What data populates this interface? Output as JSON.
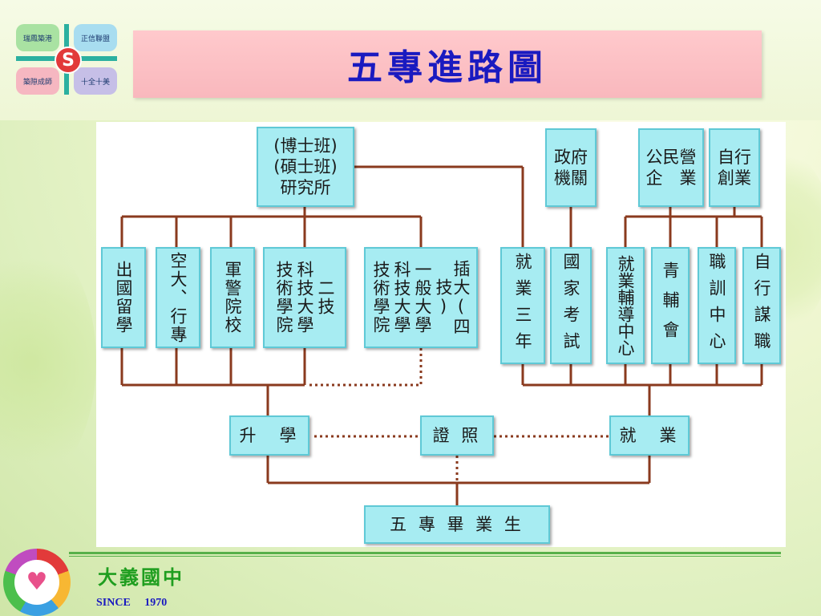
{
  "logo": {
    "quadrants": [
      "瑞鳳築港",
      "正信聯盟",
      "築隙成師",
      "十全十美"
    ],
    "center": "S"
  },
  "title": "五專進路圖",
  "diagram": {
    "research": [
      "(博士班)",
      "(碩士班)",
      "研究所"
    ],
    "gov": "政府機關",
    "enterprise": [
      "公民營",
      "企　業"
    ],
    "self_start": [
      "自行",
      "創業"
    ],
    "study_abroad": "出國留學",
    "open_univ": "空大、行專",
    "military": "軍警院校",
    "tech_two_year": [
      "二技",
      "科技大學",
      "技術學院"
    ],
    "transfer": [
      "插大(四技)",
      "一般大學",
      "科技大學",
      "技術學院"
    ],
    "work_three": "就業三年",
    "national_exam": "國家考試",
    "employment_center": "就業輔導中心",
    "youth_council": "青輔會",
    "vocational": "職訓中心",
    "self_job": "自行謀職",
    "further_study": "升　學",
    "certificate": "證 照",
    "employment": "就　業",
    "graduate": "五 專 畢 業 生"
  },
  "footer": {
    "school": "大義國中",
    "since": "SINCE　 1970"
  }
}
